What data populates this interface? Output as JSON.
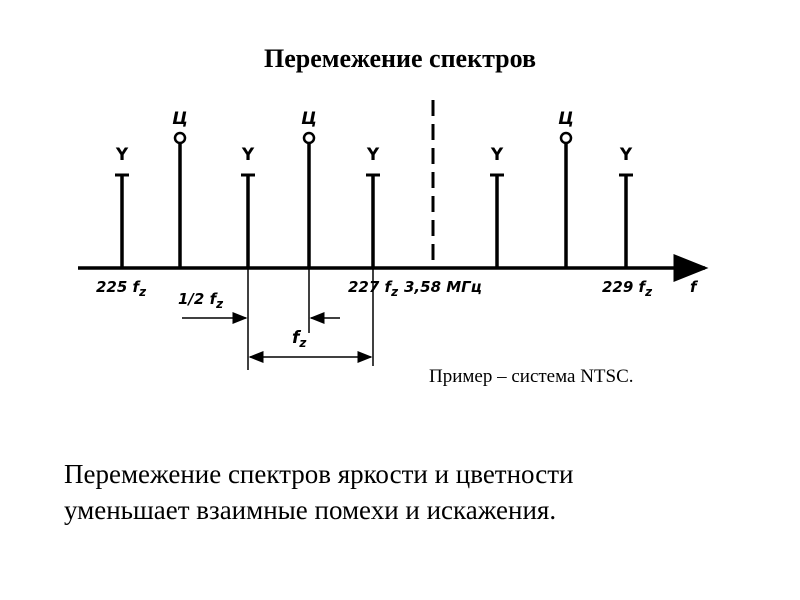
{
  "title": "Перемежение спектров",
  "diagram": {
    "luma_symbol": "Y",
    "chroma_symbol": "Ц",
    "axis_label": "f",
    "tick_labels": [
      "225 f",
      "227 f",
      "3,58 МГц",
      "229 f"
    ],
    "subscript": "z",
    "half_spacing_label": "1/2 f",
    "spacing_label": "f"
  },
  "example_note": "Пример – система NTSC.",
  "body_lines": [
    "Перемежение спектров яркости и цветности",
    "уменьшает взаимные помехи и искажения."
  ]
}
